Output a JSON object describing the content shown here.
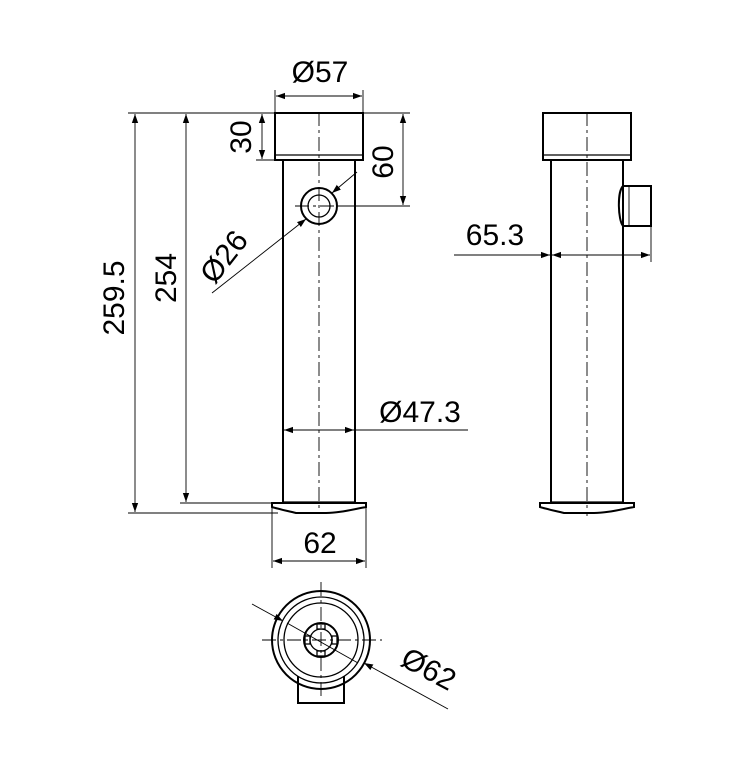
{
  "front_view": {
    "top_diameter": "Ø57",
    "head_height": "30",
    "button_height": "60",
    "button_diameter": "Ø26",
    "total_height": "259.5",
    "body_height": "254",
    "body_diameter": "Ø47.3",
    "base_width": "62"
  },
  "side_view": {
    "button_offset": "65.3"
  },
  "top_view": {
    "base_diameter": "Ø62"
  }
}
